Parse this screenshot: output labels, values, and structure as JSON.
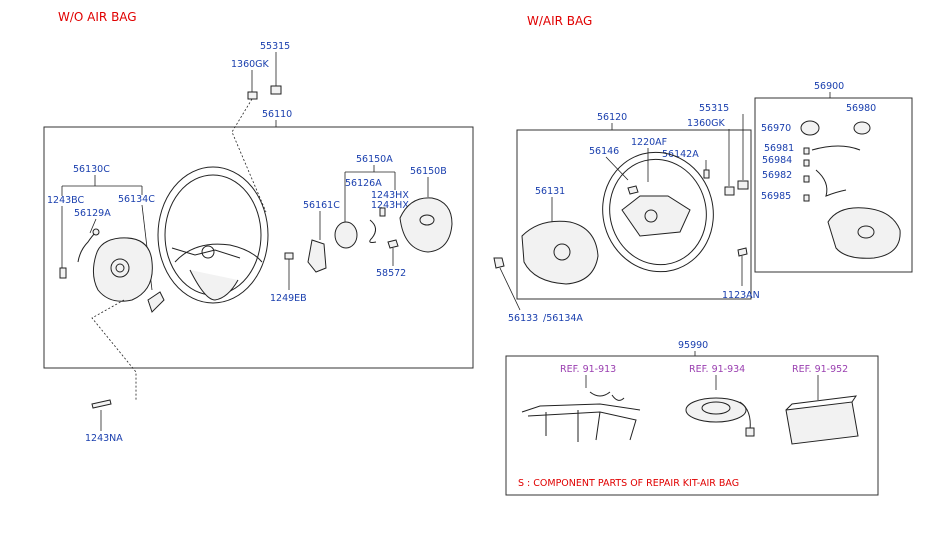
{
  "sections": {
    "without_airbag": "W/O  AIR  BAG",
    "with_airbag": "W/AIR  BAG"
  },
  "labels": {
    "p55315_a": "55315",
    "p1360GK_a": "1360GK",
    "p56110": "56110",
    "p56130C": "56130C",
    "p1243BC": "1243BC",
    "p56129A": "56129A",
    "p56134C": "56134C",
    "p56150A": "56150A",
    "p56126A": "56126A",
    "p56150B": "56150B",
    "p1243HX_1": "1243HX",
    "p1243HX_2": "1243HX",
    "p56161C": "56161C",
    "p58572": "58572",
    "p1249EB": "1249EB",
    "p1243NA": "1243NA",
    "p56120": "56120",
    "p1220AF": "1220AF",
    "p56146": "56146",
    "p56142A": "56142A",
    "p56131": "56131",
    "p55315_b": "55315",
    "p1360GK_b": "1360GK",
    "p56900": "56900",
    "p56980": "56980",
    "p56970": "56970",
    "p56981": "56981",
    "p56984": "56984",
    "p56982": "56982",
    "p56985": "56985",
    "p1123AN": "1123AN",
    "p56133": "56133",
    "p56134A": "/56134A",
    "p95990": "95990"
  },
  "refs": {
    "r913": "REF. 91-913",
    "r934": "REF. 91-934",
    "r952": "REF. 91-952"
  },
  "note": "S : COMPONENT PARTS OF REPAIR KIT-AIR BAG",
  "colors": {
    "part_number": "#1a3fae",
    "section_title": "#e00000",
    "reference": "#9a3fb0",
    "note": "#e00000",
    "lines": "#222222"
  }
}
